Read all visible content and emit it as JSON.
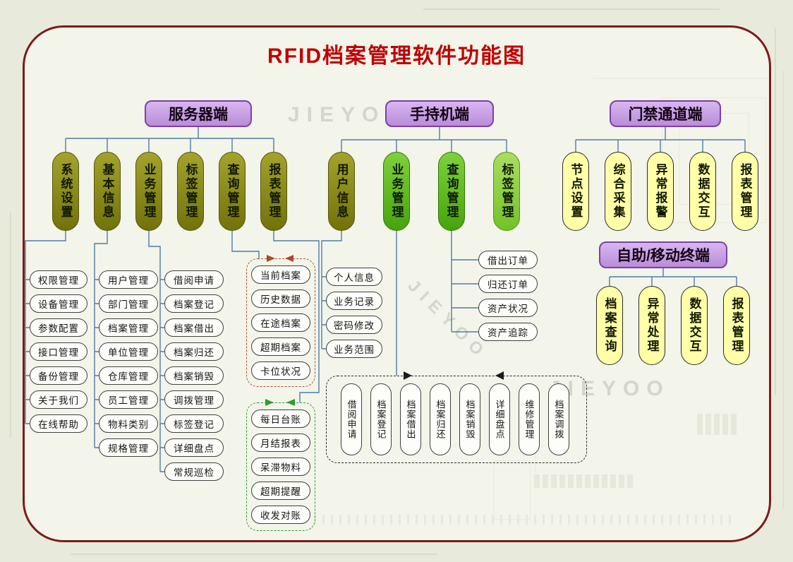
{
  "title": "RFID档案管理软件功能图",
  "watermark": "JIEYOO",
  "colors": {
    "title_red": "#c00000",
    "canvas_border": "#7e1a1a",
    "branch_purple_fill": "#c9a0e0",
    "branch_purple_border": "#7d3fa8",
    "module_olive": "#8a8a1a",
    "module_green": "#5db321",
    "module_lightgreen": "#8cc63f",
    "module_yellow": "#ffffa8",
    "connector_blue": "#4d7ca8",
    "dash_red": "#b0532c",
    "dash_green": "#2f9e2f",
    "dash_black": "#2a2a2a"
  },
  "server": {
    "label": "服务器端",
    "modules": [
      "系统设置",
      "基本信息",
      "业务管理",
      "标签管理",
      "查询管理",
      "报表管理"
    ],
    "system_settings_children": [
      "权限管理",
      "设备管理",
      "参数配置",
      "接口管理",
      "备份管理",
      "关于我们",
      "在线帮助"
    ],
    "basic_info_children": [
      "用户管理",
      "部门管理",
      "档案管理",
      "单位管理",
      "仓库管理",
      "员工管理",
      "物料类别",
      "规格管理"
    ],
    "business_children": [
      "借阅申请",
      "档案登记",
      "档案借出",
      "档案归还",
      "档案销毁",
      "调拨管理",
      "标签登记",
      "详细盘点",
      "常规巡检"
    ],
    "query_children": [
      "当前档案",
      "历史数据",
      "在途档案",
      "超期档案",
      "卡位状况"
    ],
    "report_children": [
      "每日台账",
      "月结报表",
      "呆滞物料",
      "超期提醒",
      "收发对账"
    ]
  },
  "handheld": {
    "label": "手持机端",
    "modules": [
      "用户信息",
      "业务管理",
      "查询管理",
      "标签管理"
    ],
    "user_info_children": [
      "个人信息",
      "业务记录",
      "密码修改",
      "业务范围"
    ],
    "query_children": [
      "借出订单",
      "归还订单",
      "资产状况",
      "资产追踪"
    ],
    "business_children": [
      "借阅申请",
      "档案登记",
      "档案借出",
      "档案归还",
      "档案销毁",
      "详细盘点",
      "维修管理",
      "档案调拨"
    ]
  },
  "access": {
    "label": "门禁通道端",
    "modules": [
      "节点设置",
      "综合采集",
      "异常报警",
      "数据交互",
      "报表管理"
    ]
  },
  "terminal": {
    "label": "自助/移动终端",
    "modules": [
      "档案查询",
      "异常处理",
      "数据交互",
      "报表管理"
    ]
  }
}
